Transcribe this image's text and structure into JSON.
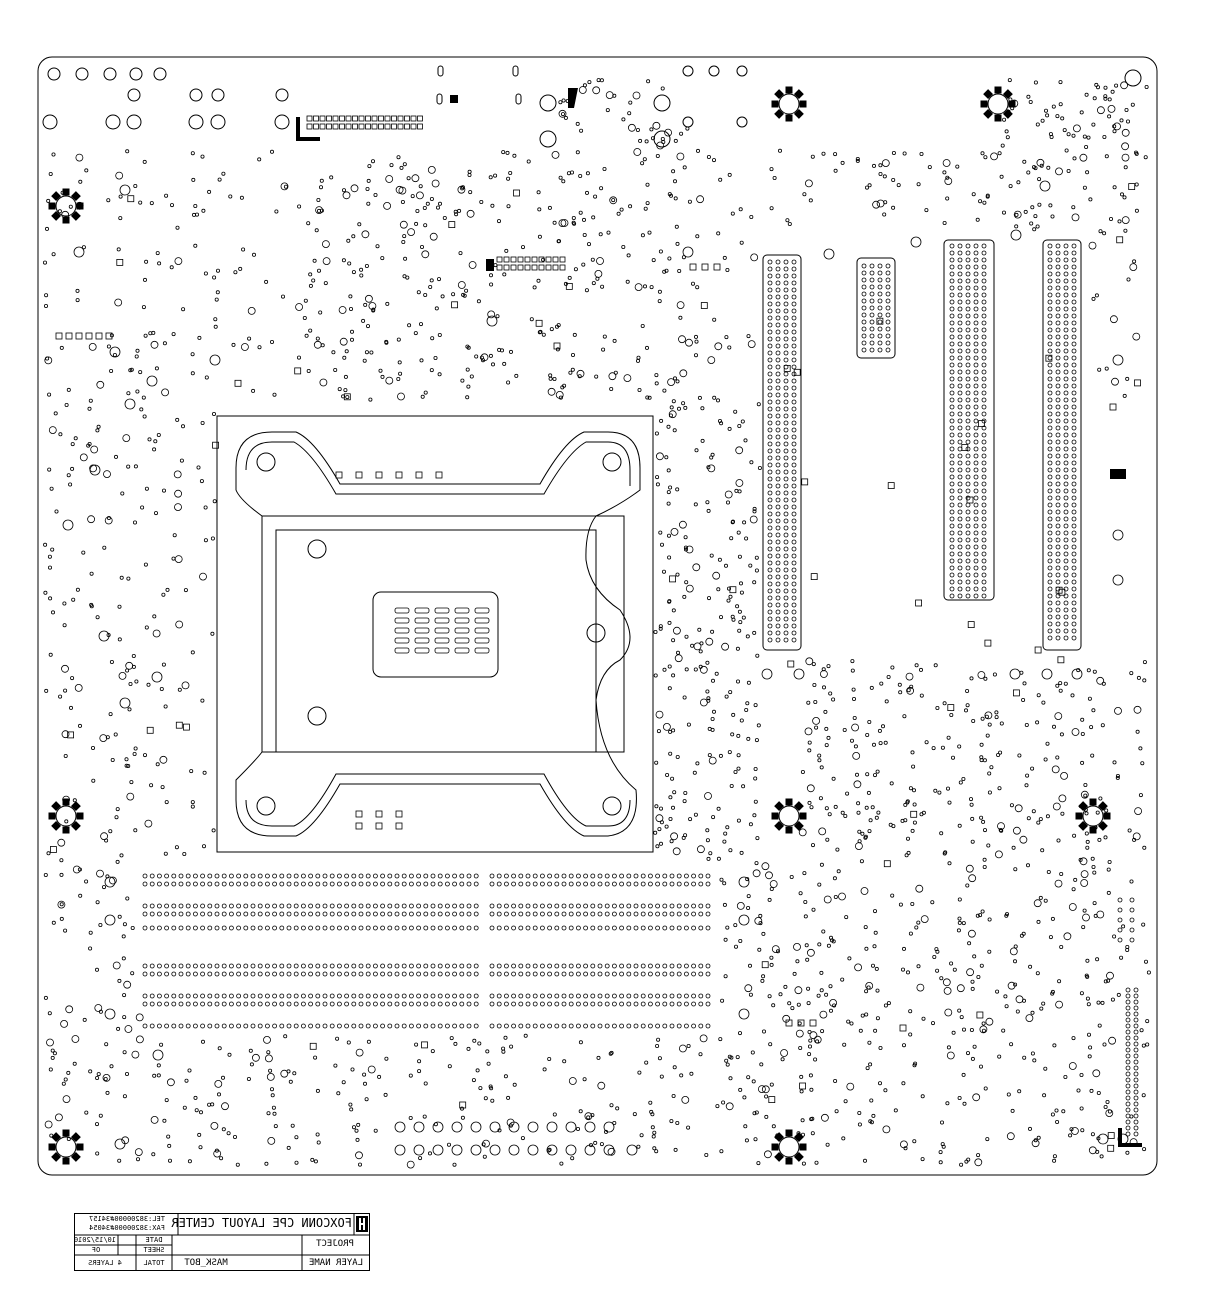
{
  "title_block": {
    "company": "FOXCONN CPE LAYOUT CENTER",
    "tel": "TEL:38200000#34157",
    "fax": "FAX:38200000#34054",
    "project_label": "PROJECT",
    "date_label": "DATE",
    "date_value": "10/15/2010",
    "sheet_label": "SHEET",
    "sheet_of": "OF",
    "total_label": "TOTAL",
    "layers_value": "4 LAYERS",
    "layer_name_label": "LAYER NAME",
    "layer_name_value": "MASK_BOT"
  }
}
